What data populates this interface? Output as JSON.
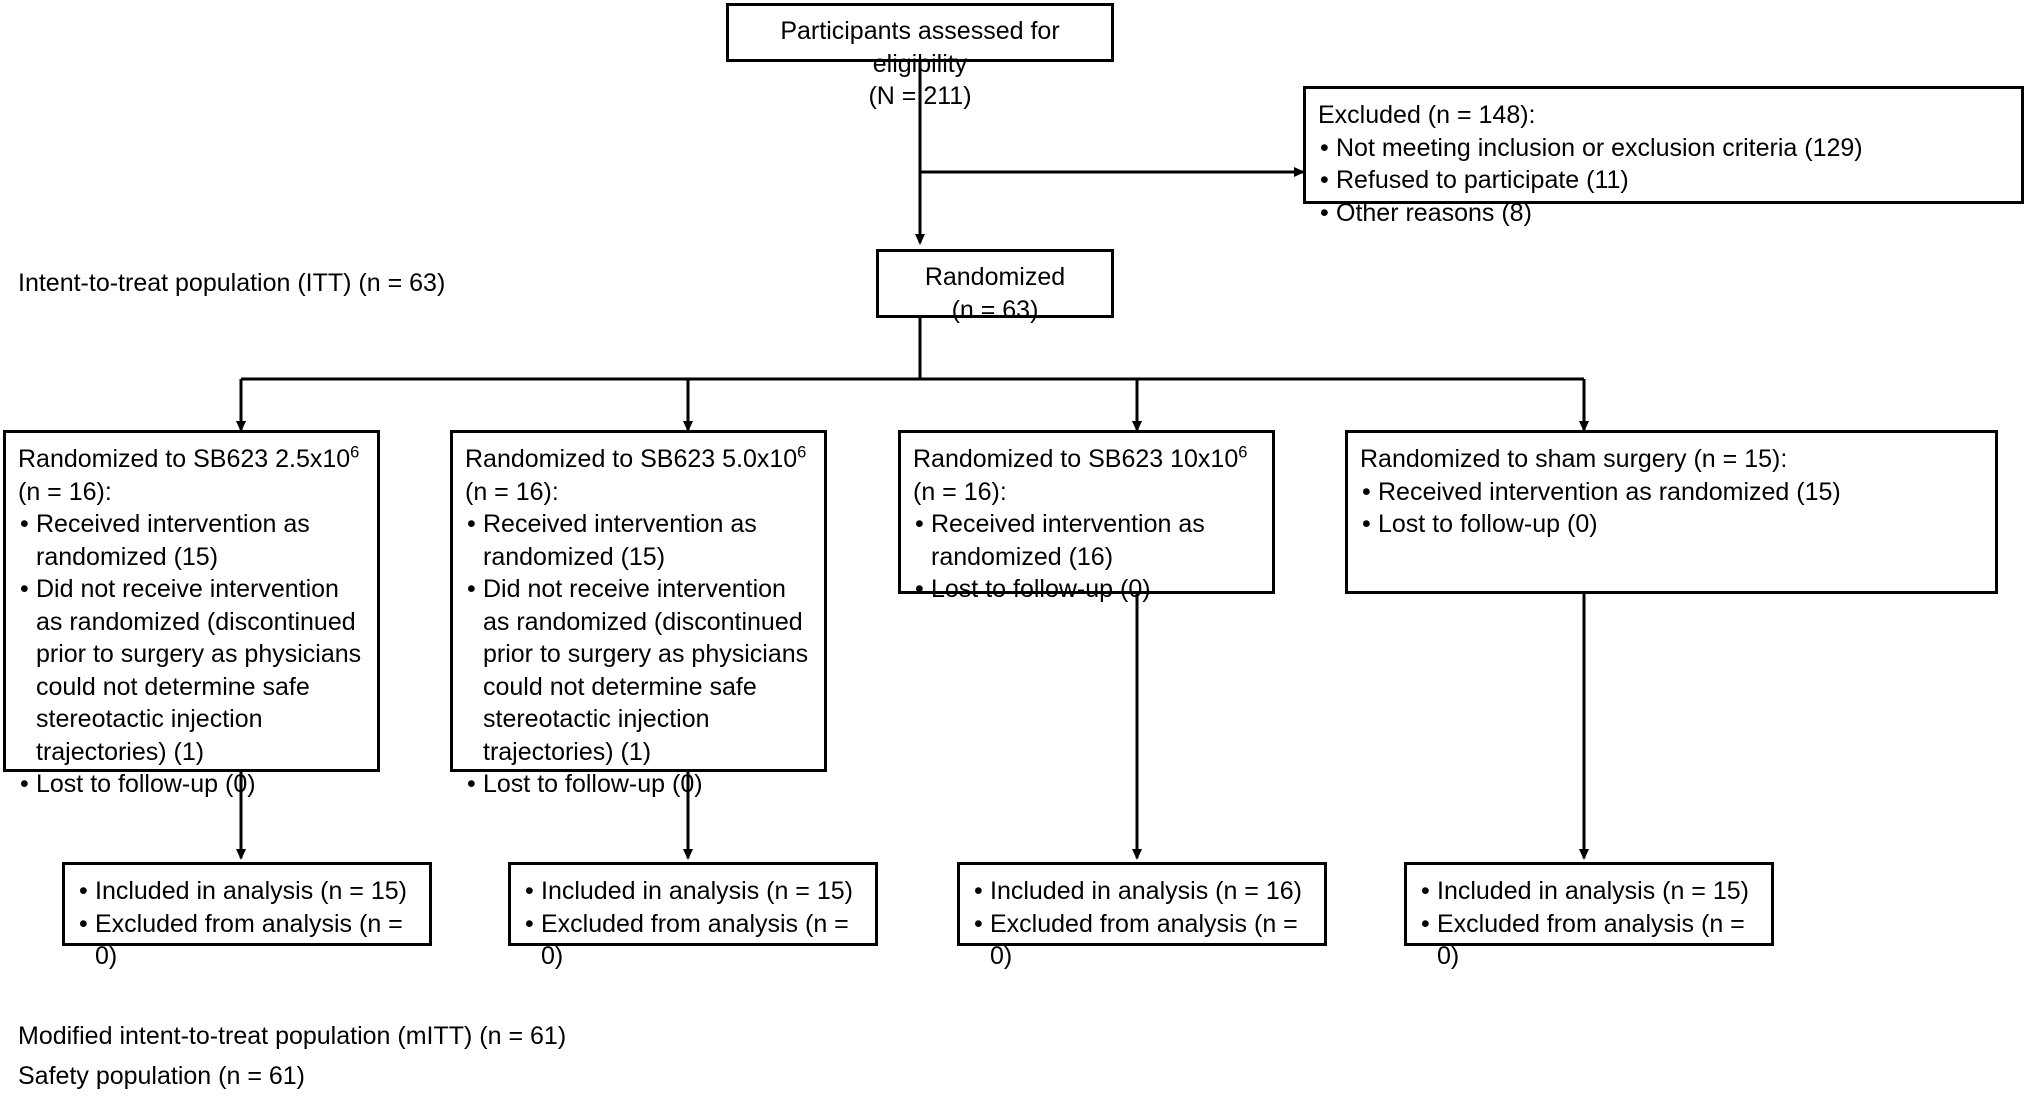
{
  "figure": {
    "type": "consort-flow-diagram",
    "title": "CONSORT participant flow diagram"
  },
  "enrollment": {
    "assessed": {
      "line1": "Participants assessed for eligibility",
      "line2": "(N = 211)"
    },
    "excluded": {
      "heading": "Excluded (n = 148):",
      "items": [
        "Not meeting inclusion or exclusion criteria (129)",
        "Refused to participate (11)",
        "Other reasons (8)"
      ]
    },
    "randomized": {
      "line1": "Randomized",
      "line2": "(n = 63)"
    }
  },
  "population_labels": {
    "itt": "Intent-to-treat population (ITT) (n = 63)",
    "mitt": "Modified intent-to-treat population (mITT) (n = 61)",
    "safety": "Safety population (n = 61)"
  },
  "arms": [
    {
      "heading_prefix": "Randomized to SB623 2.5x10",
      "heading_exponent": "6",
      "heading_suffix": " (n = 16):",
      "items": [
        "Received intervention as randomized (15)",
        "Did not receive intervention as randomized (discontinued prior to surgery as physicians could not determine safe stereotactic injection trajectories) (1)",
        "Lost to follow-up (0)"
      ],
      "analysis": [
        "Included in analysis (n = 15)",
        "Excluded from analysis (n = 0)"
      ]
    },
    {
      "heading_prefix": "Randomized to SB623 5.0x10",
      "heading_exponent": "6",
      "heading_suffix": " (n = 16):",
      "items": [
        "Received intervention as randomized (15)",
        "Did not receive intervention as randomized (discontinued prior to surgery as physicians could not determine safe stereotactic injection trajectories) (1)",
        "Lost to follow-up (0)"
      ],
      "analysis": [
        "Included in analysis (n = 15)",
        "Excluded from analysis (n = 0)"
      ]
    },
    {
      "heading_prefix": "Randomized to SB623 10x10",
      "heading_exponent": "6",
      "heading_suffix": " (n = 16):",
      "items": [
        "Received intervention as randomized (16)",
        "Lost to follow-up (0)"
      ],
      "analysis": [
        "Included in analysis (n = 16)",
        "Excluded from analysis (n = 0)"
      ]
    },
    {
      "heading_prefix": "Randomized to sham surgery (n = 15):",
      "heading_exponent": "",
      "heading_suffix": "",
      "items": [
        "Received intervention as randomized (15)",
        "Lost to follow-up (0)"
      ],
      "analysis": [
        "Included in analysis (n = 15)",
        "Excluded from analysis (n = 0)"
      ]
    }
  ],
  "colors": {
    "stroke": "#000000",
    "fill": "#ffffff",
    "text": "#000000"
  }
}
